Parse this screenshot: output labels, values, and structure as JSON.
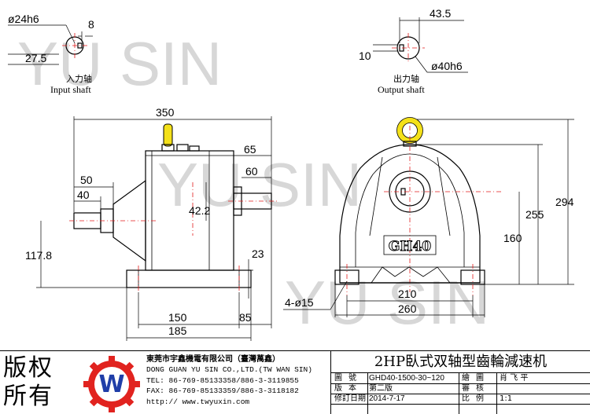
{
  "watermark": {
    "text": "YU SIN"
  },
  "input_shaft": {
    "label_cn": "入力轴",
    "label_en": "Input shaft",
    "dims": {
      "diameter": "ø24h6",
      "key": "8",
      "height": "27.5"
    }
  },
  "output_shaft": {
    "label_cn": "出力轴",
    "label_en": "Output shaft",
    "dims": {
      "width": "43.5",
      "key": "10",
      "diameter": "ø40h6"
    }
  },
  "side_view": {
    "dims": {
      "overall_length": "350",
      "d65": "65",
      "d60": "60",
      "d50": "50",
      "d40": "40",
      "d42_2": "42.2",
      "d117_8": "117.8",
      "d23": "23",
      "d150": "150",
      "d85": "85",
      "d185": "185"
    }
  },
  "front_view": {
    "casting_mark": "GH40",
    "dims": {
      "d294": "294",
      "d255": "255",
      "d160": "160",
      "d210": "210",
      "d260": "260",
      "holes": "4-ø15"
    }
  },
  "title_block": {
    "rights_line1": "版权",
    "rights_line2": "所有",
    "company_cn": "東莞市宇鑫機電有限公司（臺灣萬鑫）",
    "company_en": "DONG GUAN YU SIN CO.,LTD.(TW WAN SIN)",
    "tel": "TEL:  86-769-85133358/886-3-3119855",
    "fax": "FAX:  86-769-85133359/886-3-3118182",
    "web": "http:// www.twyuxin.com",
    "logo_letter": "W",
    "product_name": "2HP臥式双轴型齒輪減速机",
    "rows": [
      {
        "k1": "圖號",
        "v1": "GHD40-1500-30~120",
        "k2": "繪圖",
        "v2": "肖 飞 平"
      },
      {
        "k1": "版本",
        "v1": "第二版",
        "k2": "審核",
        "v2": ""
      },
      {
        "k1": "修訂日期",
        "v1": "2014-7-17",
        "k2": "比例",
        "v2": "1:1"
      },
      {
        "k1": "",
        "v1": "",
        "k2": "",
        "v2": ""
      }
    ]
  },
  "colors": {
    "logo_red": "#e1231f",
    "logo_blue": "#1f3ea8",
    "eyebolt": "#f4e11a",
    "watermark": "#d7d7d7"
  }
}
